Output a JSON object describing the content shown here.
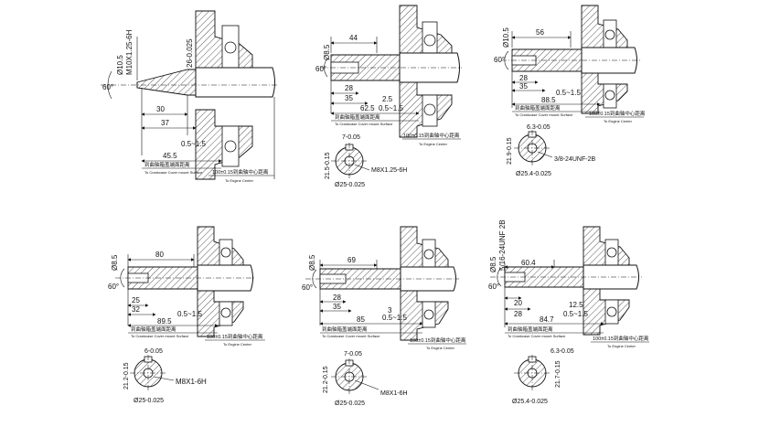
{
  "common": {
    "crankcase_cn": "到曲轴箱盖端面距离",
    "crankcase_en": "To Crankcase Cover mount Surface",
    "engine_center_cn": "100±0.15到曲轴中心距离",
    "engine_center_en": "To Engine Center"
  },
  "panels": [
    {
      "id": "p1",
      "thread": "M10X1.25-6H",
      "tip_dia": "Ø10.5",
      "shaft_dia": "26-0.025",
      "angle": "60°",
      "dims": [
        "30",
        "37",
        "45.5",
        "0.5~1.5"
      ]
    },
    {
      "id": "p2",
      "bore": "Ø8.5",
      "angle": "60°",
      "dims": [
        "44",
        "28",
        "35",
        "62.5",
        "2.5",
        "0.5~1.5"
      ],
      "key_width": "7-0.05",
      "key_depth": "21.5-0.15",
      "shaft_dia": "Ø25-0.025",
      "thread": "M8X1.25-6H"
    },
    {
      "id": "p3",
      "bore": "Ø10.5",
      "angle": "60°",
      "dims": [
        "56",
        "28",
        "35",
        "88.5",
        "0.5~1.5"
      ],
      "key_width": "6.3-0.05",
      "key_depth": "21.9-0.15",
      "shaft_dia": "Ø25.4-0.025",
      "thread": "3/8-24UNF-2B"
    },
    {
      "id": "p4",
      "bore": "Ø8.5",
      "angle": "60°",
      "dims": [
        "80",
        "25",
        "32",
        "89.5",
        "0.5~1.5"
      ],
      "key_width": "6-0.05",
      "key_depth": "21.2-0.15",
      "shaft_dia": "Ø25-0.025",
      "thread": "M8X1-6H"
    },
    {
      "id": "p5",
      "bore": "Ø8.5",
      "angle": "60°",
      "dims": [
        "69",
        "28",
        "35",
        "85",
        "3",
        "0.5~1.5"
      ],
      "key_width": "7-0.05",
      "key_depth": "21.2-0.15",
      "shaft_dia": "Ø25-0.025",
      "thread": "M8X1-6H"
    },
    {
      "id": "p6",
      "bore": "Ø8.5",
      "thread_side": "5/16-24UNF 2B",
      "angle": "60°",
      "dims": [
        "60.4",
        "20",
        "28",
        "84.7",
        "12.5",
        "0.5~1.5"
      ],
      "key_width": "6.3-0.05",
      "key_depth": "21.7-0.15",
      "shaft_dia": "Ø25.4-0.025"
    }
  ]
}
